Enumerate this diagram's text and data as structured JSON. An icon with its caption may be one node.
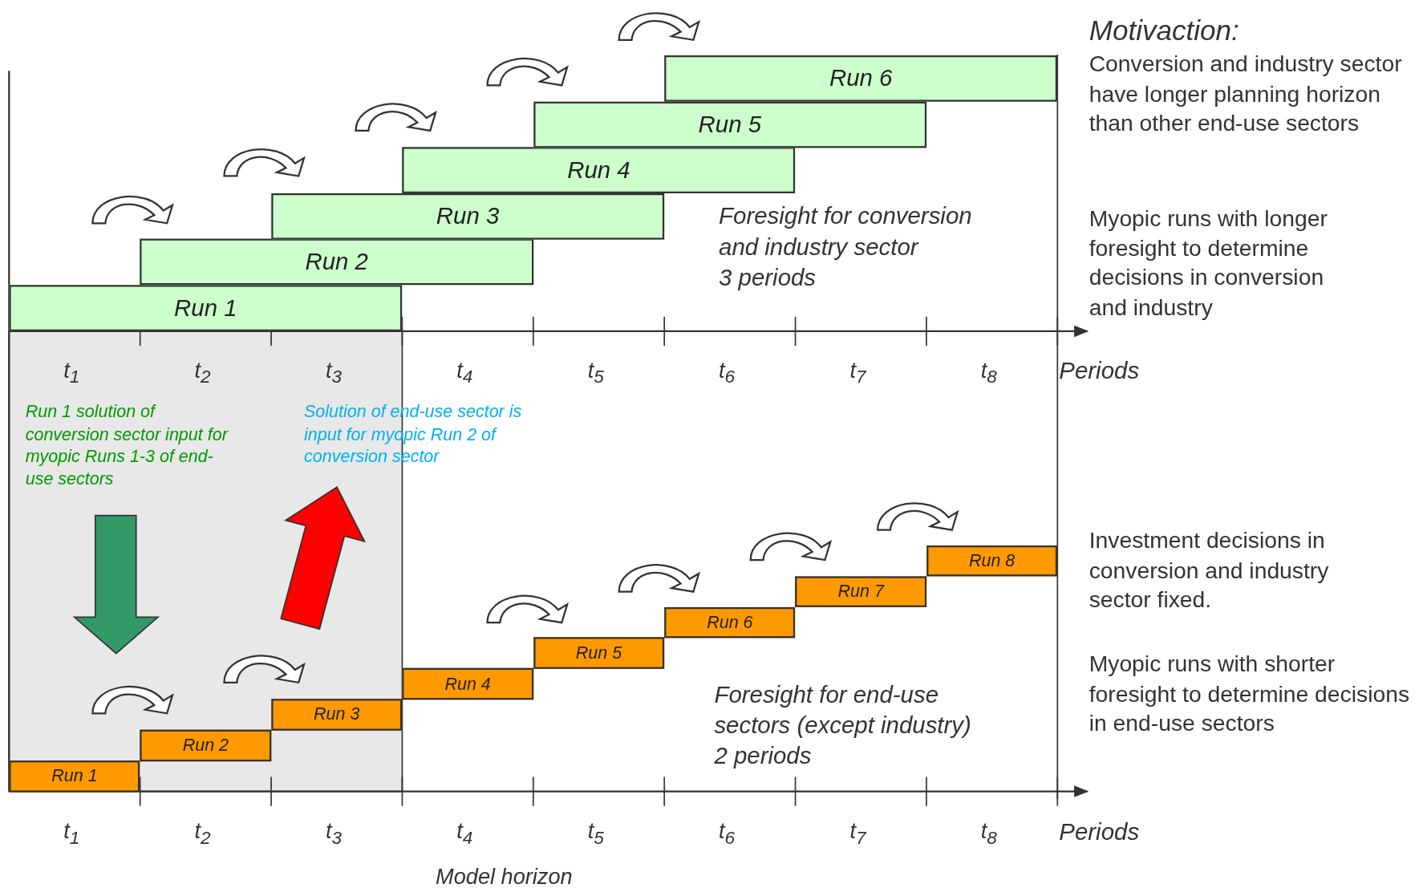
{
  "diagram": {
    "nodes": [
      {
        "text": [
          "Run 1"
        ]
      },
      {
        "text": [
          "Run 2"
        ]
      },
      {
        "text": [
          "Run 3"
        ]
      },
      {
        "text": [
          "Run 4"
        ]
      },
      {
        "text": [
          "Run 5"
        ]
      },
      {
        "text": [
          "Run 6"
        ]
      },
      {
        "text": [
          "Run 1"
        ]
      },
      {
        "text": [
          "Run 2"
        ]
      },
      {
        "text": [
          "Run 3"
        ]
      },
      {
        "text": [
          "Run 4"
        ]
      },
      {
        "text": [
          "Run 5"
        ]
      },
      {
        "text": [
          "Run 6"
        ]
      },
      {
        "text": [
          "Run 7"
        ]
      },
      {
        "text": [
          "Run 8"
        ]
      }
    ],
    "labels": [
      "Motivaction:",
      "Conversion and industry sector have longer planning horizon than other end-use sectors",
      "Foresight for conversion and industry sector",
      "3 periods",
      "Myopic runs with longer foresight to determine decisions in conversion and industry",
      "t$_{1}$",
      "t$_{2}$",
      "t$_{3}$",
      "t$_{4}$",
      "t$_{5}$",
      "t$_{6}$",
      "t$_{7}$",
      "t$_{8}$",
      "Periods",
      "Run 1 solution of conversion sector input for myopic Runs 1-3 of end-use sectors",
      "Solution of end-use sector is input for myopic Run 2 of conversion sector",
      "Investment decisions in conversion and industry sector fixed.",
      "Foresight for end-use sectors (except industry)",
      "Myopic runs with shorter foresight to determine decisions in end-use sectors",
      "2 periods",
      "t$_{1}$",
      "t$_{2}$",
      "t$_{3}$",
      "t$_{4}$",
      "t$_{5}$",
      "t$_{6}$",
      "t$_{7}$",
      "t$_{8}$",
      "Periods",
      "Model horizon"
    ]
  }
}
